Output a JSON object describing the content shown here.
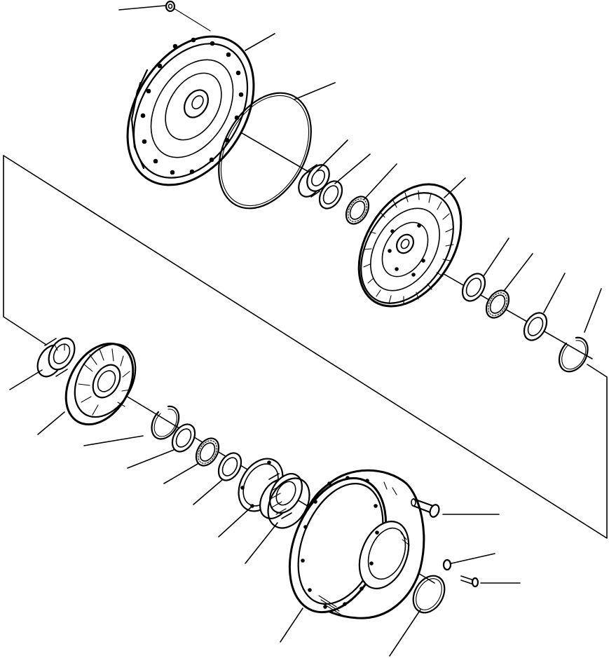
{
  "diagram": {
    "type": "exploded-parts-view",
    "subject": "torque-converter-assembly",
    "colors": {
      "line": "#000000",
      "background": "#ffffff"
    },
    "parts": [
      {
        "id": "nut-top"
      },
      {
        "id": "drive-cover"
      },
      {
        "id": "o-ring"
      },
      {
        "id": "needle-bearing"
      },
      {
        "id": "thrust-washer-a"
      },
      {
        "id": "thrust-bearing-a"
      },
      {
        "id": "turbine"
      },
      {
        "id": "thrust-washer-b"
      },
      {
        "id": "thrust-bearing-b"
      },
      {
        "id": "thrust-washer-c"
      },
      {
        "id": "snap-ring-a"
      },
      {
        "id": "one-way-clutch-race"
      },
      {
        "id": "stator"
      },
      {
        "id": "snap-ring-b"
      },
      {
        "id": "thrust-washer-d"
      },
      {
        "id": "thrust-bearing-c"
      },
      {
        "id": "thrust-washer-e"
      },
      {
        "id": "hub"
      },
      {
        "id": "seal-ring"
      },
      {
        "id": "pump-impeller"
      },
      {
        "id": "bolt-large"
      },
      {
        "id": "washer-small"
      },
      {
        "id": "bolt-small"
      },
      {
        "id": "snap-ring-c"
      }
    ]
  }
}
